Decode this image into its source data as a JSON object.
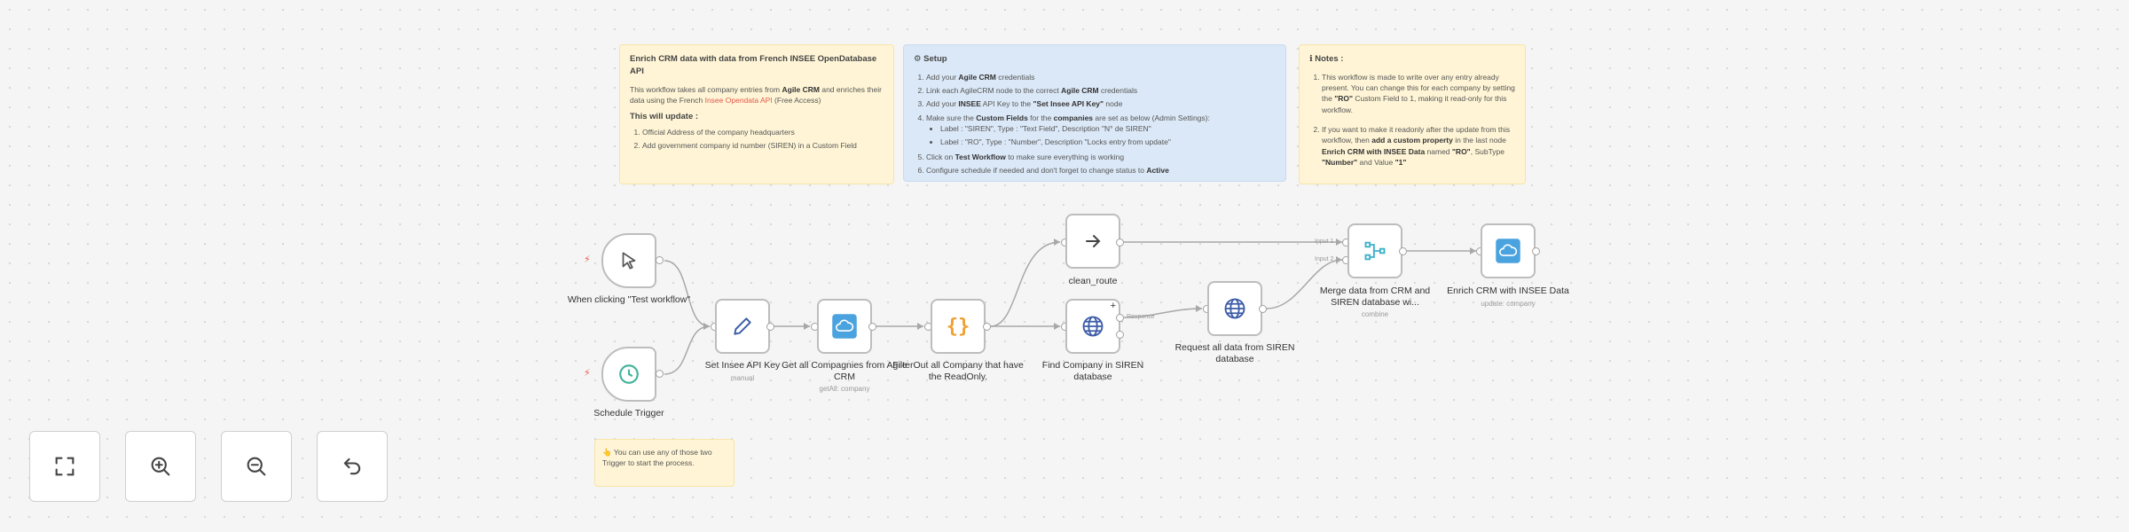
{
  "notes": {
    "main": {
      "title": "Enrich CRM data with data from French INSEE OpenDatabase API",
      "desc_pre": "This workflow takes all company entries from ",
      "desc_b1": "Agile CRM",
      "desc_mid": " and enriches their data using the French ",
      "desc_link": "Insee Opendata API",
      "desc_post": " (Free Access)",
      "update_title": "This will update :",
      "items": [
        "Official Address of the company headquarters",
        "Add government company id number (SIREN) in a Custom Field"
      ]
    },
    "setup": {
      "icon": "⚙",
      "title": "Setup",
      "s1_pre": "Add your ",
      "s1_b": "Agile CRM",
      "s1_post": " credentials",
      "s2_pre": "Link each AgileCRM node to the correct ",
      "s2_b": "Agile CRM",
      "s2_post": " credentials",
      "s3_pre": "Add your ",
      "s3_b1": "INSEE",
      "s3_mid": " API Key to the ",
      "s3_b2": "\"Set Insee API Key\"",
      "s3_post": " node",
      "s4_pre": "Make sure the ",
      "s4_b1": "Custom Fields",
      "s4_mid": " for the ",
      "s4_b2": "companies",
      "s4_post": " are set as below (Admin Settings):",
      "s4_sub1": "Label : \"SIREN\", Type : \"Text Field\", Description \"N° de SIREN\"",
      "s4_sub2": "Label : \"RO\", Type : \"Number\", Description \"Locks entry from update\"",
      "s5_pre": "Click on ",
      "s5_b": "Test Workflow",
      "s5_post": " to make sure everything is working",
      "s6_pre": "Configure schedule if needed and don't forget to change status to ",
      "s6_b": "Active"
    },
    "notes": {
      "icon": "ℹ",
      "title": "Notes :",
      "n1_pre": "This workflow is made to write over any entry already present. You can change this for each company by setting the ",
      "n1_b": "\"RO\"",
      "n1_post": " Custom Field to 1, making it read-only for this workflow.",
      "n2_pre": "If you want to make it readonly after the update from this workflow, then ",
      "n2_b1": "add a custom property",
      "n2_mid": " in the last node ",
      "n2_b2": "Enrich CRM with INSEE Data",
      "n2_mid2": " named ",
      "n2_b3": "\"RO\"",
      "n2_mid3": ", SubType ",
      "n2_b4": "\"Number\"",
      "n2_mid4": " and Value ",
      "n2_b5": "\"1\""
    },
    "trigger": {
      "icon": "👆",
      "text": "You can use any of those two Trigger to start the process."
    }
  },
  "nodes": {
    "manual": {
      "label": "When clicking \"Test workflow\""
    },
    "schedule": {
      "label": "Schedule Trigger"
    },
    "set_key": {
      "label": "Set Insee API Key",
      "sub": "manual"
    },
    "get_companies": {
      "label": "Get all Compagnies from Agile CRM",
      "sub": "getAll: company"
    },
    "filter": {
      "label": "FilterOut all Company that have the ReadOnly."
    },
    "clean": {
      "label": "clean_route"
    },
    "find": {
      "label": "Find Company in SIREN database",
      "pin": "Response"
    },
    "request": {
      "label": "Request all data from SIREN database"
    },
    "merge": {
      "label": "Merge data from CRM and SIREN database wi...",
      "sub": "combine",
      "in1": "Input 1",
      "in2": "Input 2"
    },
    "enrich": {
      "label": "Enrich CRM with INSEE Data",
      "sub": "update: company"
    }
  },
  "controls": {
    "fit": "fit-view",
    "zoom_in": "zoom-in",
    "zoom_out": "zoom-out",
    "reset": "reset-zoom"
  },
  "colors": {
    "agile_blue": "#4aa3df",
    "globe_blue": "#3d5ca8",
    "schedule_green": "#44b39d",
    "code_orange": "#f0a030",
    "merge_teal": "#3bb0c9",
    "trigger_red": "#e55f4b"
  }
}
